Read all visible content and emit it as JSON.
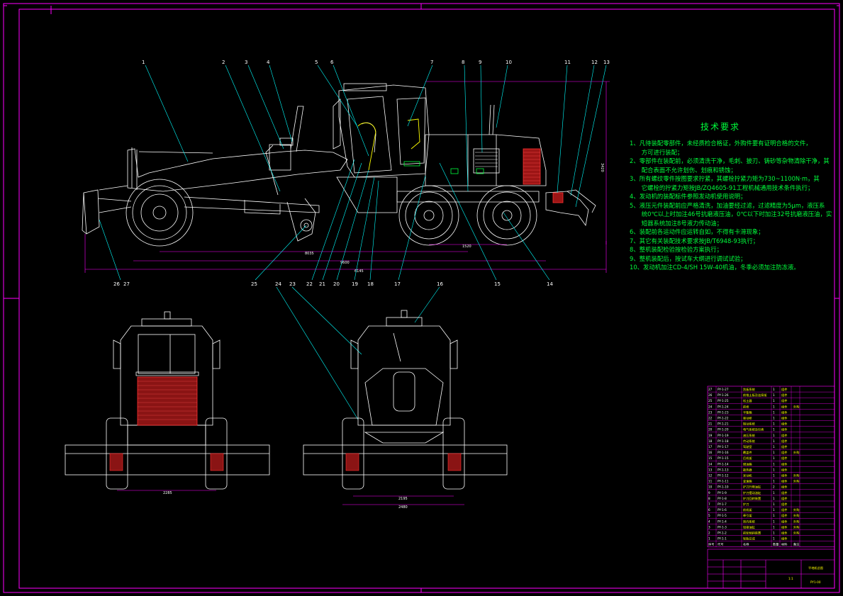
{
  "colors": {
    "background": "#000000",
    "frame": "#ff00ff",
    "machine": "#ffffff",
    "leader": "#00ffff",
    "text_green": "#00ff3c",
    "grille_red": "#d42020",
    "table_yellow": "#ffff00",
    "cab_green": "#00ff3c"
  },
  "tech_requirements": {
    "title": "技术要求",
    "items": [
      "1、凡待装配零部件，未经质检合格证，外购件要有证明合格的文件，",
      "　　方可进行装配；",
      "2、零部件在装配前，必须清洗干净，毛刺、披刃、铸砂等杂物清除干净，其",
      "　　配合表面不允许划伤、划痕和锈蚀；",
      "3、所有螺纹零件按图要求拧紧，其螺栓拧紧力矩为730~1100N·m，其",
      "　　它螺栓的拧紧力矩按JB/ZQ4605-91工程机械通用技术条件执行；",
      "4、发动机的装配标件参照发动机使用说明；",
      "5、液压元件装配前应严格清洗，加油要经过滤，过滤精度为5μm，液压系",
      "　　统0℃以上时加注46号抗磨液压油，0℃以下时加注32号抗磨液压油，实",
      "　　短器系统加注8号液力传动油；",
      "6、装配前各运动件应运转自如，不得有卡滞现象；",
      "7、其它有关装配技术要求按JB/T6948-93执行；",
      "8、整机装配检验按检验方案执行；",
      "9、整机装配后，按试车大纲进行调试试验；",
      "10、发动机加注CD-4/SH 15W-40机油，冬季必须加注防冻液。"
    ]
  },
  "balloons": {
    "top": [
      "1",
      "2",
      "3",
      "4",
      "5",
      "6",
      "7",
      "8",
      "9",
      "10",
      "11",
      "12",
      "13"
    ],
    "bottom": [
      "26",
      "27",
      "25",
      "24",
      "23",
      "22",
      "21",
      "20",
      "19",
      "18",
      "17",
      "15",
      "14",
      "16"
    ]
  },
  "dimensions": {
    "wheelbase_front": "8035",
    "overall_length": "9600",
    "wheelbase_rear": "6145",
    "tandem": "1520",
    "height": "3420",
    "front_track": "2285",
    "rear_track_inner": "2195",
    "rear_track_outer": "2480"
  },
  "parts_table": {
    "rows": [
      [
        "27",
        "PY-1-27",
        "刮板系统",
        "1",
        "组件",
        ""
      ],
      [
        "26",
        "PY-1-26",
        "前推土板及连接架",
        "1",
        "组件",
        ""
      ],
      [
        "25",
        "PY-1-25",
        "松土器",
        "1",
        "组件",
        ""
      ],
      [
        "24",
        "PY-1-24",
        "前桥",
        "1",
        "组件",
        "外购"
      ],
      [
        "23",
        "PY-1-23",
        "平衡箱",
        "1",
        "组件",
        ""
      ],
      [
        "22",
        "PY-1-22",
        "驱动桥",
        "1",
        "组件",
        ""
      ],
      [
        "21",
        "PY-1-21",
        "制动系统",
        "1",
        "组件",
        ""
      ],
      [
        "20",
        "PY-1-20",
        "电气系统及仪表",
        "1",
        "组件",
        ""
      ],
      [
        "19",
        "PY-1-19",
        "液压系统",
        "1",
        "组件",
        ""
      ],
      [
        "18",
        "PY-1-18",
        "传动系统",
        "1",
        "组件",
        ""
      ],
      [
        "17",
        "PY-1-17",
        "驾驶室",
        "1",
        "组件",
        ""
      ],
      [
        "16",
        "PY-1-16",
        "覆盖件",
        "1",
        "组件",
        "外购"
      ],
      [
        "15",
        "PY-1-15",
        "后机架",
        "1",
        "组件",
        ""
      ],
      [
        "14",
        "PY-1-14",
        "燃油箱",
        "1",
        "组件",
        ""
      ],
      [
        "13",
        "PY-1-13",
        "散热器",
        "1",
        "组件",
        ""
      ],
      [
        "12",
        "PY-1-12",
        "发动机",
        "1",
        "组件",
        "外购"
      ],
      [
        "11",
        "PY-1-11",
        "变速箱",
        "1",
        "组件",
        "外购"
      ],
      [
        "10",
        "PY-1-10",
        "铲刀升降油缸",
        "2",
        "组件",
        ""
      ],
      [
        "9",
        "PY-1-9",
        "铲刀摆动油缸",
        "1",
        "组件",
        ""
      ],
      [
        "8",
        "PY-1-8",
        "铲刀回转装置",
        "1",
        "组件",
        ""
      ],
      [
        "7",
        "PY-1-7",
        "铲刀",
        "1",
        "组件",
        ""
      ],
      [
        "6",
        "PY-1-6",
        "前机架",
        "1",
        "组件",
        "外购"
      ],
      [
        "5",
        "PY-1-5",
        "牵引架",
        "1",
        "组件",
        "外购"
      ],
      [
        "4",
        "PY-1-4",
        "转向系统",
        "1",
        "组件",
        "外购"
      ],
      [
        "3",
        "PY-1-3",
        "铰接油缸",
        "1",
        "组件",
        "外购"
      ],
      [
        "2",
        "PY-1-2",
        "前轮倾斜装置",
        "1",
        "组件",
        "外购"
      ],
      [
        "1",
        "PY-1-1",
        "轮胎总成",
        "1",
        "组件",
        ""
      ]
    ],
    "header": [
      "序号",
      "代号",
      "名称",
      "数量",
      "材料",
      "备注"
    ],
    "drawing_title": "平地机总图",
    "drawing_number": "PY1-00",
    "scale": "1:1"
  }
}
